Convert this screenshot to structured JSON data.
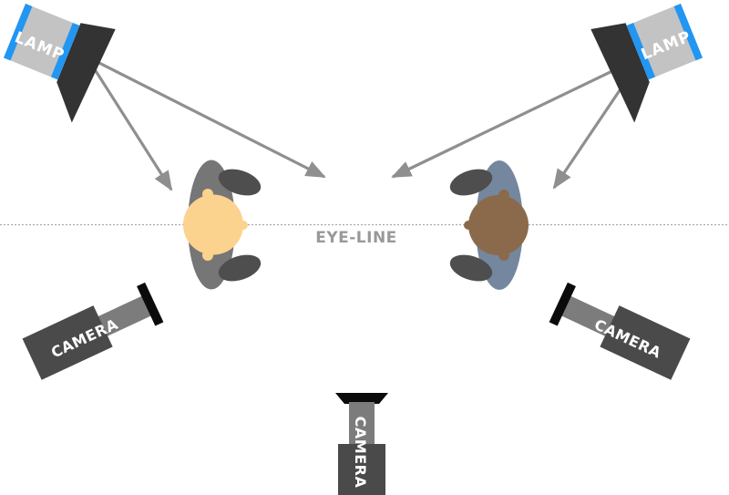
{
  "eye_line": {
    "label": "EYE-LINE"
  },
  "lamps": [
    {
      "label": "LAMP",
      "position": "top-left"
    },
    {
      "label": "LAMP",
      "position": "top-right"
    }
  ],
  "subjects": [
    {
      "position": "left"
    },
    {
      "position": "right"
    }
  ],
  "cameras": [
    {
      "label": "CAMERA",
      "position": "bottom-left"
    },
    {
      "label": "CAMERA",
      "position": "bottom-right"
    },
    {
      "label": "CAMERA",
      "position": "bottom-center"
    }
  ],
  "colors": {
    "lamp_body": "#C3C3C3",
    "lamp_stripe": "#2196F3",
    "barn_door": "#333333",
    "arrow": "#8F8F8F",
    "eye_line": "#A8A8A8",
    "eye_line_label": "#999999",
    "subject_left_body": "#767676",
    "subject_left_head": "#FCD28F",
    "subject_right_body": "#74879E",
    "subject_right_head": "#8B6A4B",
    "subject_arm": "#4E4E4E",
    "camera_body": "#4A4A4A",
    "camera_lens": "#7C7C7C",
    "camera_hood": "#0B0B0B",
    "label_text": "#FFFFFF"
  }
}
